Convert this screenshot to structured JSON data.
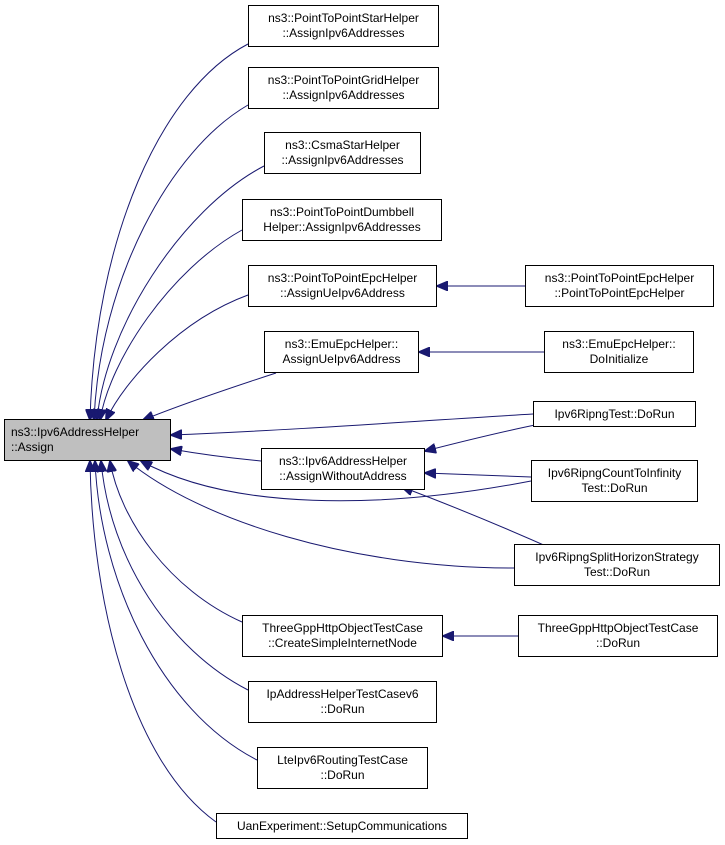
{
  "colors": {
    "edge": "#191970",
    "root_fill": "#bfbfbf",
    "node_fill": "#ffffff",
    "border": "#000000"
  },
  "nodes": {
    "root": {
      "line1": "ns3::Ipv6AddressHelper",
      "line2": "::Assign"
    },
    "p2p_star": {
      "line1": "ns3::PointToPointStarHelper",
      "line2": "::AssignIpv6Addresses"
    },
    "p2p_grid": {
      "line1": "ns3::PointToPointGridHelper",
      "line2": "::AssignIpv6Addresses"
    },
    "csma_star": {
      "line1": "ns3::CsmaStarHelper",
      "line2": "::AssignIpv6Addresses"
    },
    "p2p_dumbbell": {
      "line1": "ns3::PointToPointDumbbell",
      "line2": "Helper::AssignIpv6Addresses"
    },
    "p2p_epc_assign": {
      "line1": "ns3::PointToPointEpcHelper",
      "line2": "::AssignUeIpv6Address"
    },
    "emu_epc_assign": {
      "line1": "ns3::EmuEpcHelper::",
      "line2": "AssignUeIpv6Address"
    },
    "assign_without": {
      "line1": "ns3::Ipv6AddressHelper",
      "line2": "::AssignWithoutAddress"
    },
    "threegpp_create": {
      "line1": "ThreeGppHttpObjectTestCase",
      "line2": "::CreateSimpleInternetNode"
    },
    "ipaddr_v6": {
      "line1": "IpAddressHelperTestCasev6",
      "line2": "::DoRun"
    },
    "lte_ipv6": {
      "line1": "LteIpv6RoutingTestCase",
      "line2": "::DoRun"
    },
    "uan_setup": {
      "line1": "UanExperiment::SetupCommunications",
      "line2": ""
    },
    "p2p_epc_ctor": {
      "line1": "ns3::PointToPointEpcHelper",
      "line2": "::PointToPointEpcHelper"
    },
    "emu_epc_init": {
      "line1": "ns3::EmuEpcHelper::",
      "line2": "DoInitialize"
    },
    "ripng_dorun": {
      "line1": "Ipv6RipngTest::DoRun",
      "line2": ""
    },
    "ripng_count": {
      "line1": "Ipv6RipngCountToInfinity",
      "line2": "Test::DoRun"
    },
    "ripng_split": {
      "line1": "Ipv6RipngSplitHorizonStrategy",
      "line2": "Test::DoRun"
    },
    "threegpp_dorun": {
      "line1": "ThreeGppHttpObjectTestCase",
      "line2": "::DoRun"
    }
  }
}
